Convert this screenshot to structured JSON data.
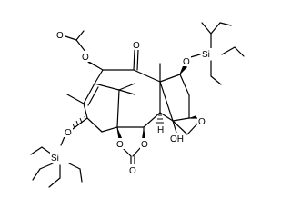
{
  "molecule": {
    "atoms": {
      "o_acetyl_carbonyl": "O",
      "o_acetyl_ester": "O",
      "o_ketone": "O",
      "o_tes_top": "O",
      "si_top": "Si",
      "o_tes_left": "O",
      "si_left": "Si",
      "o_epoxy": "O",
      "oh": "OH",
      "h_stereo": "H",
      "o_carb_left": "O",
      "o_carb_right": "O",
      "o_carb_carbonyl": "O"
    }
  },
  "colors": {
    "line": "#000000",
    "background": "#ffffff"
  }
}
